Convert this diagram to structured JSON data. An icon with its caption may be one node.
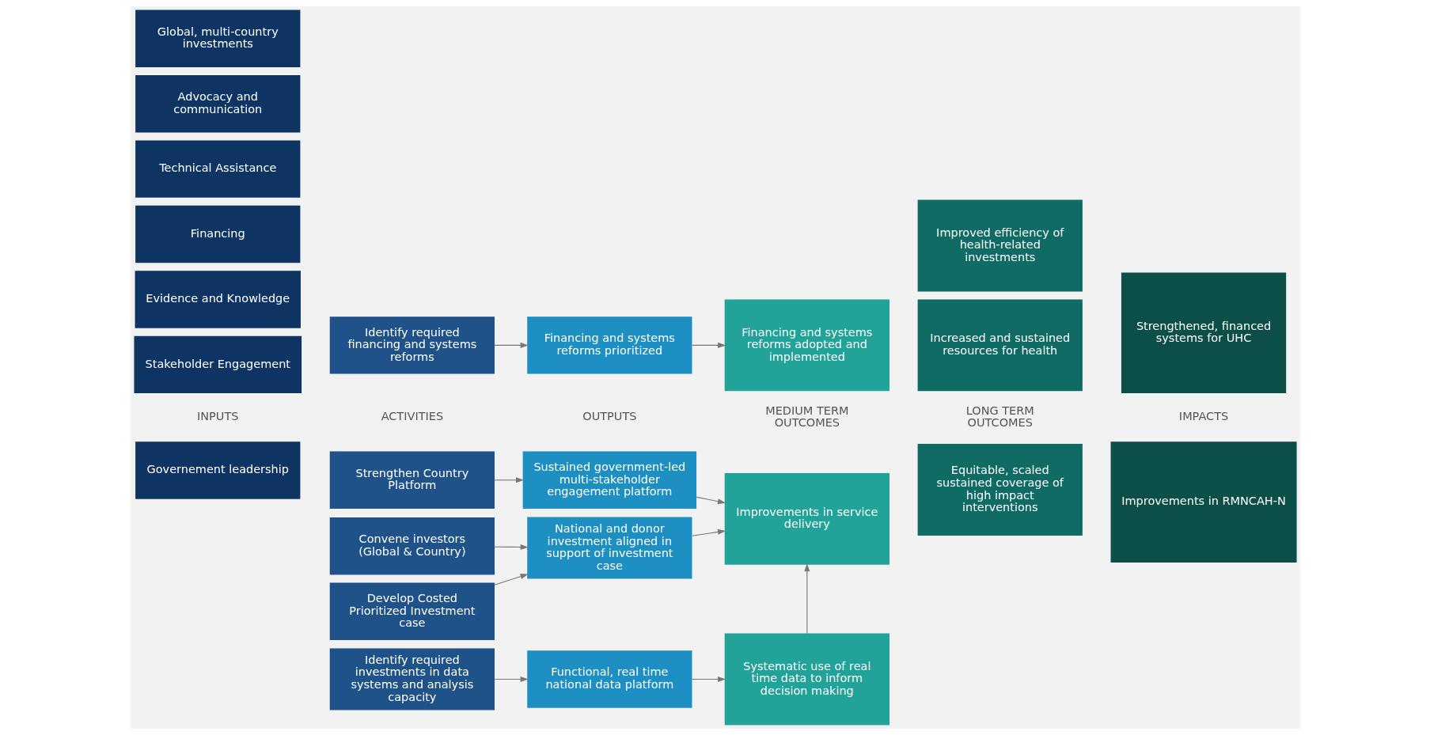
{
  "diagram": {
    "nodes": [
      {
        "text": [
          "Governement leadership"
        ]
      },
      {
        "text": [
          "Stakeholder Engagement"
        ]
      },
      {
        "text": [
          "Evidence and Knowledge"
        ]
      },
      {
        "text": [
          "Financing"
        ]
      },
      {
        "text": [
          "Technical Assistance"
        ]
      },
      {
        "text": [
          "Advocacy and communication"
        ]
      },
      {
        "text": [
          "Global, multi-country investments"
        ]
      },
      {
        "text": [
          "Strengthen Country Platform"
        ]
      },
      {
        "text": [
          "Convene investors (Global & Country)"
        ]
      },
      {
        "text": [
          "Develop Costed Prioritized Investment case"
        ]
      },
      {
        "text": [
          "Identify required financing and systems reforms"
        ]
      },
      {
        "text": [
          "Identify required investments in data systems and analysis capacity"
        ]
      },
      {
        "text": [
          "Sustained government-led multi-stakeholder engagement platform"
        ]
      },
      {
        "text": [
          "National and donor investment aligned in support of investment case"
        ]
      },
      {
        "text": [
          "Financing and systems reforms prioritized"
        ]
      },
      {
        "text": [
          "Functional, real time national data platform"
        ]
      },
      {
        "text": [
          "Improvements in service delivery"
        ]
      },
      {
        "text": [
          "Financing and systems reforms adopted and implemented"
        ]
      },
      {
        "text": [
          "Systematic use of real time data to inform decision making"
        ]
      },
      {
        "text": [
          "Equitable, scaled sustained coverage of high impact interventions"
        ]
      },
      {
        "text": [
          "Increased and sustained resources for health"
        ]
      },
      {
        "text": [
          "Improved efficiency of health-related investments"
        ]
      },
      {
        "text": [
          "Improvements in RMNCAH-N"
        ]
      },
      {
        "text": [
          "Strengthened, financed systems for UHC"
        ]
      }
    ],
    "edges": [
      {
        "from": 7,
        "to": 12,
        "arrow": "to"
      },
      {
        "from": 8,
        "to": 13,
        "arrow": "to"
      },
      {
        "from": 9,
        "to": 13,
        "arrow": "to"
      },
      {
        "from": 10,
        "to": 14,
        "arrow": "to"
      },
      {
        "from": 11,
        "to": 15,
        "arrow": "to"
      },
      {
        "from": 12,
        "to": 16,
        "arrow": "to"
      },
      {
        "from": 13,
        "to": 16,
        "arrow": "to"
      },
      {
        "from": 14,
        "to": 17,
        "arrow": "to"
      },
      {
        "from": 15,
        "to": 18,
        "arrow": "to"
      },
      {
        "from": 18,
        "to": 16,
        "arrow": "to"
      }
    ],
    "labels": [
      "INPUTS",
      "ACTIVITIES",
      "OUTPUTS",
      "MEDIUM TERM OUTCOMES",
      "LONG TERM OUTCOMES",
      "IMPACTS"
    ]
  }
}
